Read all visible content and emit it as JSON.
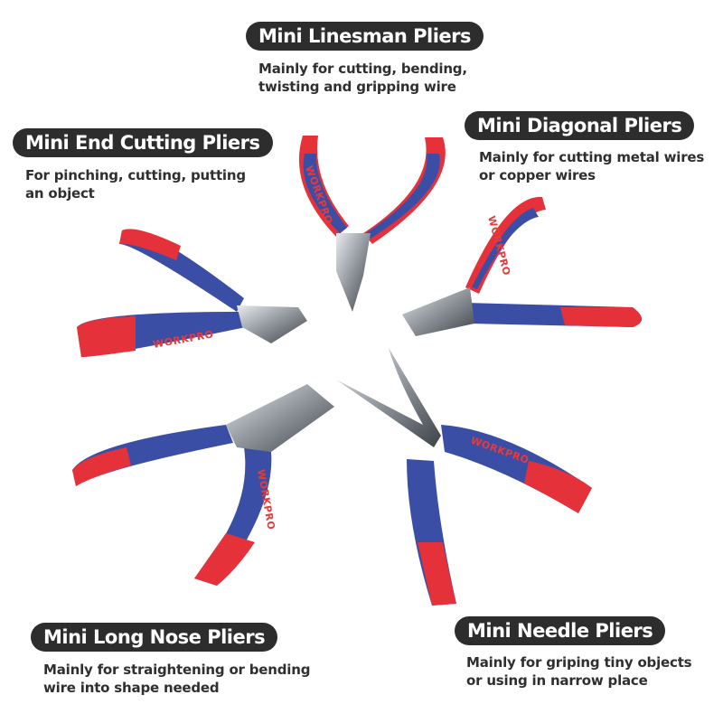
{
  "colors": {
    "handle_blue": "#3b4ea6",
    "handle_red": "#e5323a",
    "steel": "#9aa0a6",
    "label_bg": "#2d2d2d"
  },
  "brand": "WORKPRO",
  "products": [
    {
      "title": "Mini Linesman Pliers",
      "desc": [
        "Mainly for cutting, bending,",
        "twisting and gripping wire"
      ]
    },
    {
      "title": "Mini Diagonal Pliers",
      "desc": [
        "Mainly for cutting metal wires",
        "or copper wires"
      ]
    },
    {
      "title": "Mini End Cutting Pliers",
      "desc": [
        "For pinching, cutting, putting",
        "an object"
      ]
    },
    {
      "title": "Mini Long Nose Pliers",
      "desc": [
        "Mainly for straightening or bending",
        "wire into shape needed"
      ]
    },
    {
      "title": "Mini Needle Pliers",
      "desc": [
        "Mainly for griping tiny objects",
        "or using in narrow place"
      ]
    }
  ]
}
